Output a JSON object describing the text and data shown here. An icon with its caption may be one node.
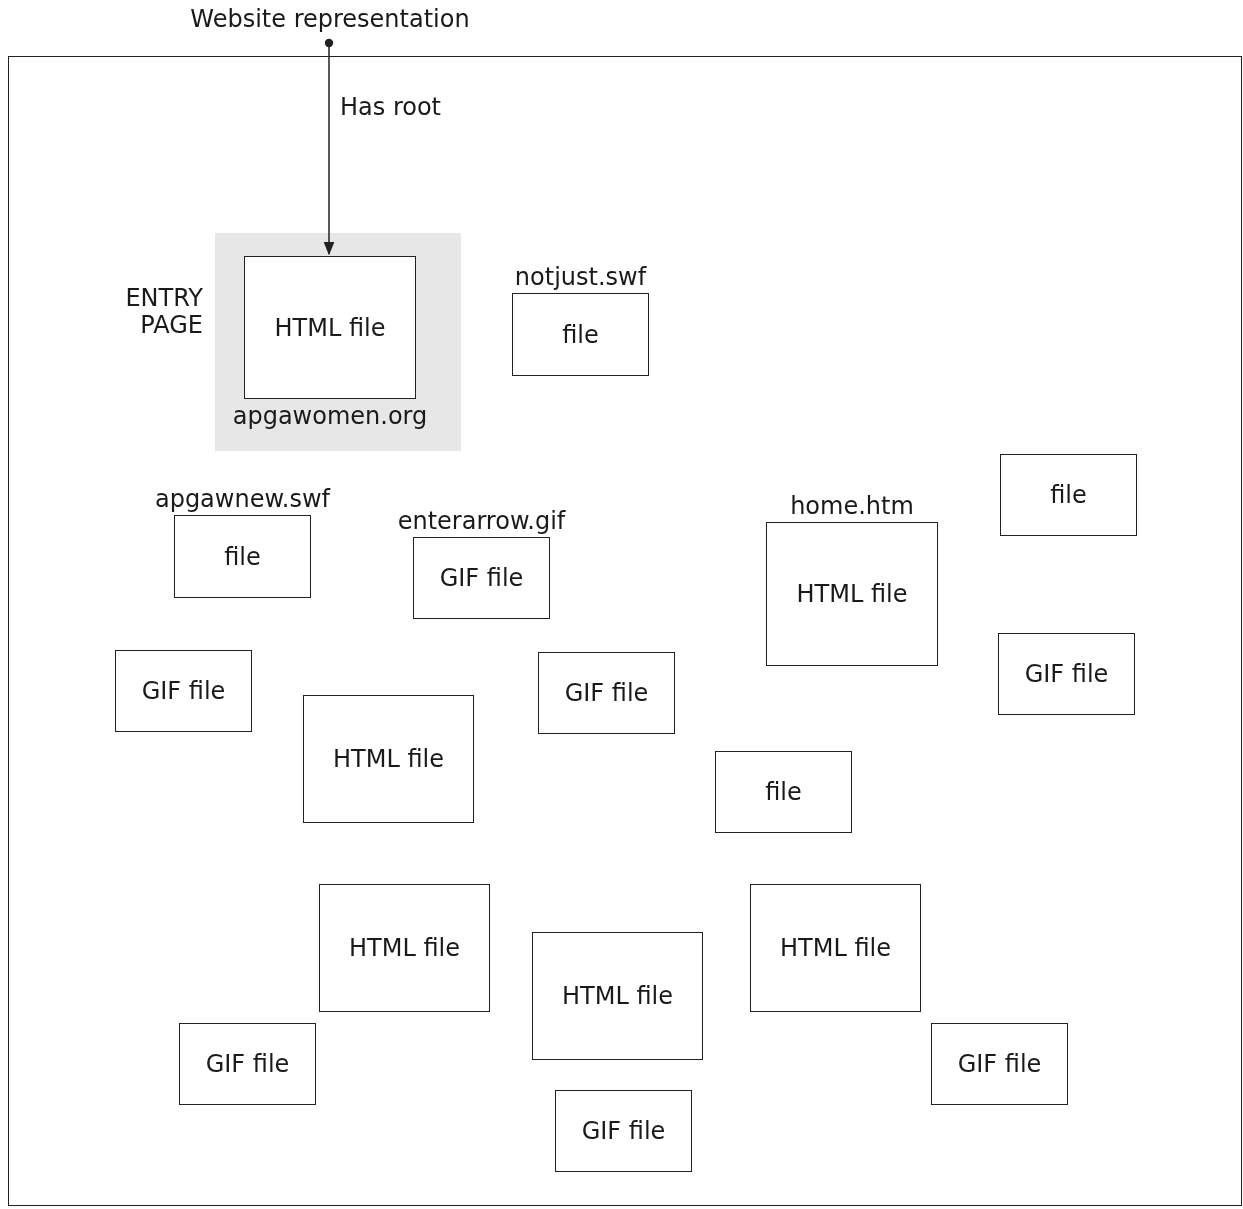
{
  "diagram": {
    "nodes": [
      {
        "text": [
          "Website representation"
        ]
      },
      {
        "text": [],
        "shape": "box"
      },
      {
        "text": [
          "ENTRY PAGE"
        ],
        "in": 1
      },
      {
        "text": [
          "HTML file"
        ],
        "in": 2,
        "beside": [
          "apgawomen.org"
        ]
      },
      {
        "text": [
          "file"
        ],
        "in": 1,
        "beside": [
          "notjust.swf"
        ]
      },
      {
        "text": [
          "file"
        ],
        "in": 1
      },
      {
        "text": [
          "file"
        ],
        "in": 1,
        "beside": [
          "apgawnew.swf"
        ]
      },
      {
        "text": [
          "GIF file"
        ],
        "in": 1,
        "beside": [
          "enterarrow.gif"
        ]
      },
      {
        "text": [
          "HTML file"
        ],
        "in": 1,
        "beside": [
          "home.htm"
        ]
      },
      {
        "text": [
          "GIF file"
        ],
        "in": 1
      },
      {
        "text": [
          "GIF file"
        ],
        "in": 1
      },
      {
        "text": [
          "GIF file"
        ],
        "in": 1
      },
      {
        "text": [
          "HTML file"
        ],
        "in": 1
      },
      {
        "text": [
          "file"
        ],
        "in": 1
      },
      {
        "text": [
          "HTML file"
        ],
        "in": 1
      },
      {
        "text": [
          "HTML file"
        ],
        "in": 1
      },
      {
        "text": [
          "HTML file"
        ],
        "in": 1
      },
      {
        "text": [
          "GIF file"
        ],
        "in": 1
      },
      {
        "text": [
          "GIF file"
        ],
        "in": 1
      },
      {
        "text": [
          "GIF file"
        ],
        "in": 1
      }
    ],
    "edges": [
      {
        "from": 0,
        "to": 3,
        "arrow": "to",
        "label": "Has root"
      }
    ]
  }
}
